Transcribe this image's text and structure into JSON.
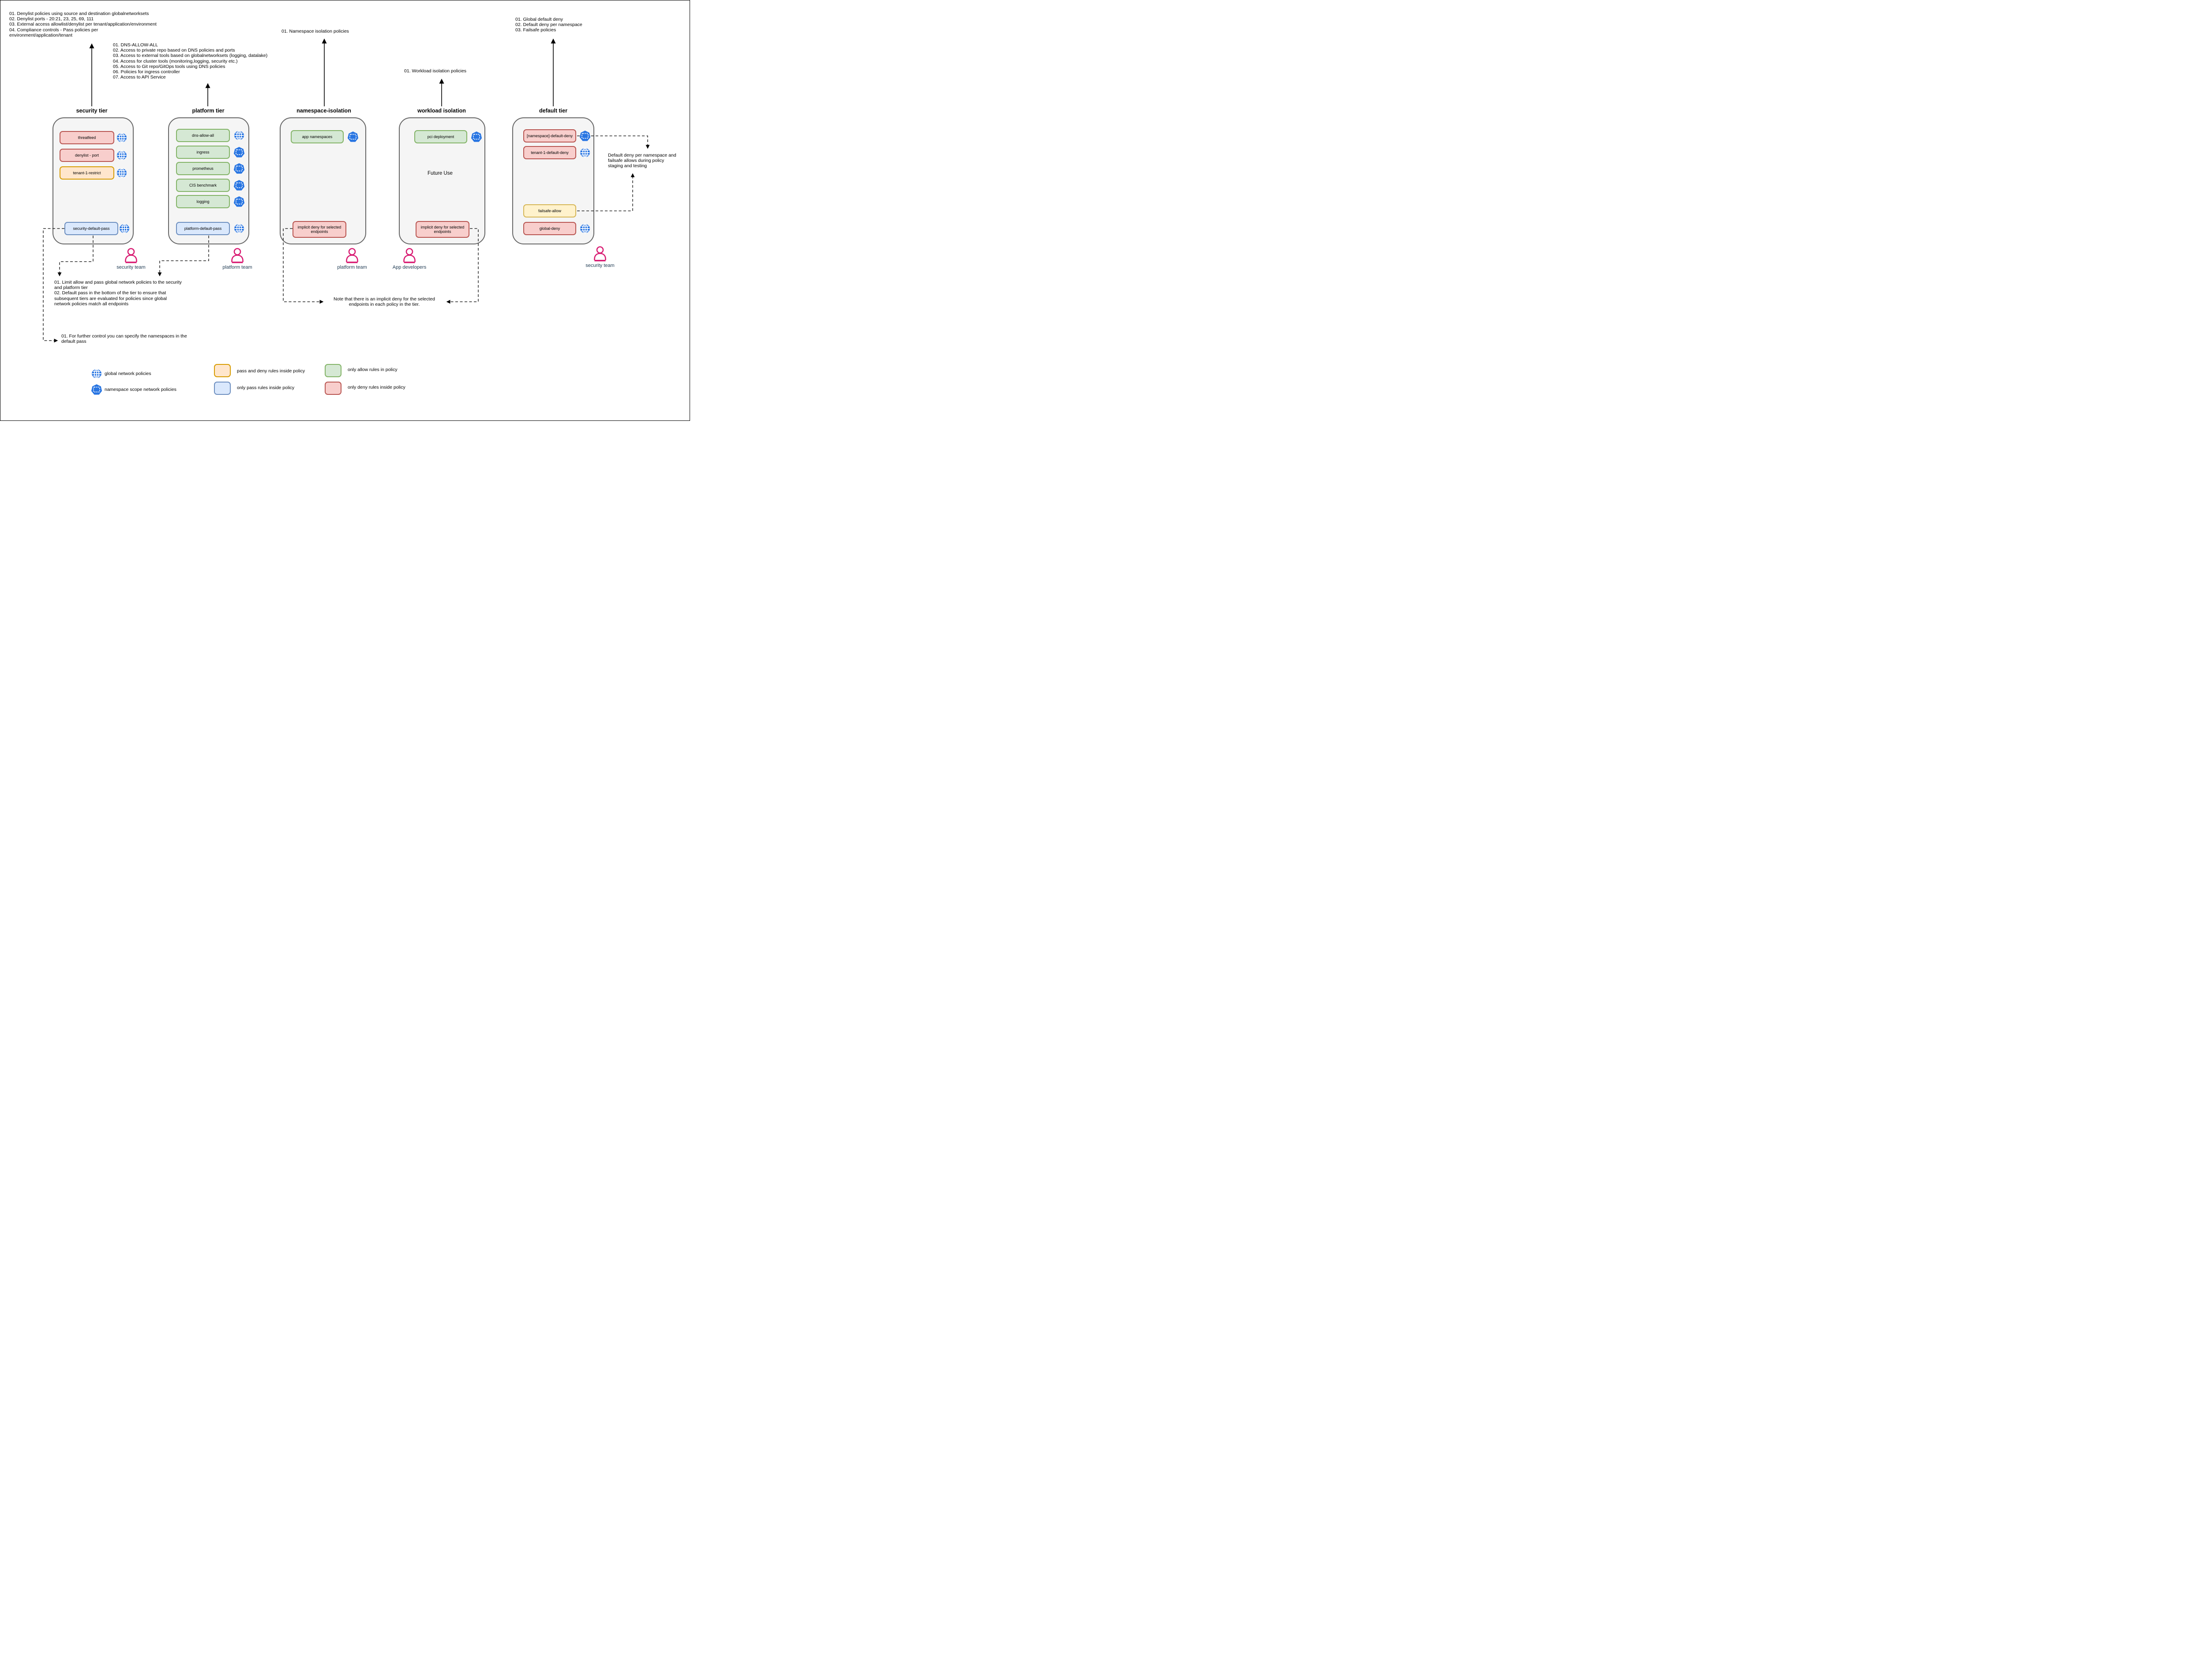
{
  "callouts": {
    "security_tier": "01. Denylist policies using source and destination globalnetworksets\n02. Denylist ports - 20:21, 23, 25, 69, 111\n03. External access allowlist/denylist per tenant/application/environment\n04. Compliance controls - Pass policies per\nenvironment/application/tenant",
    "platform_tier": "01. DNS-ALLOW-ALL\n02. Access to private repo based on DNS policies and ports\n03. Access to external tools based on globalnetworksets (logging, datalake)\n04. Access for cluster tools (monitoring,logging, security etc.)\n05. Access to Git repo/GitOps tools using DNS policies\n06. Policies for ingress controller\n07. Access to API Service",
    "namespace_tier": "01. Namespace isolation policies",
    "workload_tier": "01. Workload isolation policies",
    "default_tier": "01. Global default deny\n02. Default deny per namespace\n03. Failsafe policies"
  },
  "tiers": {
    "security": {
      "title": "security tier",
      "policies": [
        {
          "label": "threatfeed",
          "rule": "deny",
          "scope": "global"
        },
        {
          "label": "denylist - port",
          "rule": "deny",
          "scope": "global"
        },
        {
          "label": "tenant-1-restrict",
          "rule": "pass-and-deny",
          "scope": "global"
        },
        {
          "label": "security-default-pass",
          "rule": "pass",
          "scope": "global"
        }
      ]
    },
    "platform": {
      "title": "platform tier",
      "policies": [
        {
          "label": "dns-allow-all",
          "rule": "allow",
          "scope": "global"
        },
        {
          "label": "ingress",
          "rule": "allow",
          "scope": "namespace"
        },
        {
          "label": "prometheus",
          "rule": "allow",
          "scope": "namespace"
        },
        {
          "label": "CIS benchmark",
          "rule": "allow",
          "scope": "namespace"
        },
        {
          "label": "logging",
          "rule": "allow",
          "scope": "namespace"
        },
        {
          "label": "platform-default-pass",
          "rule": "pass",
          "scope": "global"
        }
      ]
    },
    "namespace_isolation": {
      "title": "namespace-isolation",
      "policies": [
        {
          "label": "app namespaces",
          "rule": "allow",
          "scope": "namespace"
        },
        {
          "label": "implicit deny for selected endpoints",
          "rule": "deny",
          "scope": ""
        }
      ]
    },
    "workload_isolation": {
      "title": "workload isolation",
      "note": "Future Use",
      "policies": [
        {
          "label": "pci deployment",
          "rule": "allow",
          "scope": "namespace"
        },
        {
          "label": "implicit deny for selected endpoints",
          "rule": "deny",
          "scope": ""
        }
      ]
    },
    "default": {
      "title": "default tier",
      "policies": [
        {
          "label": "[namespace]-default-deny",
          "rule": "deny",
          "scope": "namespace"
        },
        {
          "label": "tenant-1-default-deny",
          "rule": "deny",
          "scope": "global"
        },
        {
          "label": "failsafe-allow",
          "rule": "failsafe",
          "scope": ""
        },
        {
          "label": "global-deny",
          "rule": "deny",
          "scope": "global"
        }
      ]
    }
  },
  "teams": [
    {
      "label": "security team"
    },
    {
      "label": "platform team"
    },
    {
      "label": "platform team"
    },
    {
      "label": "App developers"
    },
    {
      "label": "security team"
    }
  ],
  "notes": {
    "limit_pass": "01. Limit allow and pass global network policies to the security\nand platform tier\n02. Default pass in the bottom of the tier to ensure that\nsubsequent tiers are evaluated for policies since global\nnetwork policies match all endpoints",
    "further_control": "01. For further control you can specify the namespaces in the\ndefault pass",
    "implicit_deny": "Note that there is an implicit deny for the selected\nendpoints in each policy in the tier.",
    "default_deny_failsafe": "Default deny per namespace and\nfailsafe allows during policy\nstaging and testing"
  },
  "legend": {
    "items": [
      {
        "icon": "globe",
        "label": "global network policies"
      },
      {
        "icon": "namespace",
        "label": "namespace scope network policies"
      },
      {
        "swatch": "orange",
        "label": "pass and deny rules inside policy"
      },
      {
        "swatch": "blue",
        "label": "only pass rules inside policy"
      },
      {
        "swatch": "green",
        "label": "only allow rules in policy"
      },
      {
        "swatch": "red",
        "label": "only deny rules inside policy"
      }
    ]
  },
  "colors": {
    "icon_blue": "#2875E2",
    "person_pink": "#D81B72",
    "deny_fill": "#F8CECC",
    "deny_stroke": "#B85450",
    "allow_fill": "#D5E8D4",
    "allow_stroke": "#82B366",
    "pass_fill": "#DAE8FC",
    "pass_stroke": "#6C8EBF",
    "passdeny_fill": "#FFE6CC",
    "passdeny_stroke": "#D79B00",
    "failsafe_fill": "#FFF2CC",
    "failsafe_stroke": "#D6B656",
    "tier_fill": "#F5F5F5",
    "tier_stroke": "#666666"
  }
}
